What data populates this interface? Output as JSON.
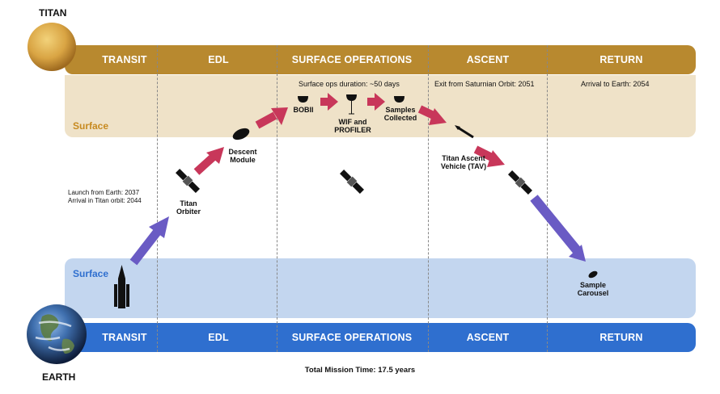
{
  "planets": {
    "titan_label": "TITAN",
    "earth_label": "EARTH"
  },
  "phases": [
    "TRANSIT",
    "EDL",
    "SURFACE OPERATIONS",
    "ASCENT",
    "RETURN"
  ],
  "surface_label_titan": "Surface",
  "surface_label_earth": "Surface",
  "notes": {
    "surface_ops_duration": "Surface ops duration: ~50 days",
    "exit_saturn": "Exit from Saturnian Orbit: 2051",
    "arrival_earth": "Arrival to Earth: 2054",
    "launch": "Launch from Earth: 2037",
    "arrival_titan": "Arrival in Titan orbit: 2044"
  },
  "nodes": {
    "bobii": "BOBII",
    "wif_1": "WIF and",
    "wif_2": "PROFILER",
    "samples_1": "Samples",
    "samples_2": "Collected",
    "descent_1": "Descent",
    "descent_2": "Module",
    "orbiter_1": "Titan",
    "orbiter_2": "Orbiter",
    "tav_1": "Titan Ascent",
    "tav_2": "Vehicle (TAV)",
    "carousel_1": "Sample",
    "carousel_2": "Carousel"
  },
  "footer": {
    "total": "Total Mission Time: 17.5 years"
  },
  "colors": {
    "titan_bar": "#b8892f",
    "earth_bar": "#2f6fcf",
    "titan_surface": "#efe2c8",
    "earth_surface": "#c3d6ef",
    "arrow_red": "#c8375a",
    "arrow_purple": "#6a5bc4"
  }
}
